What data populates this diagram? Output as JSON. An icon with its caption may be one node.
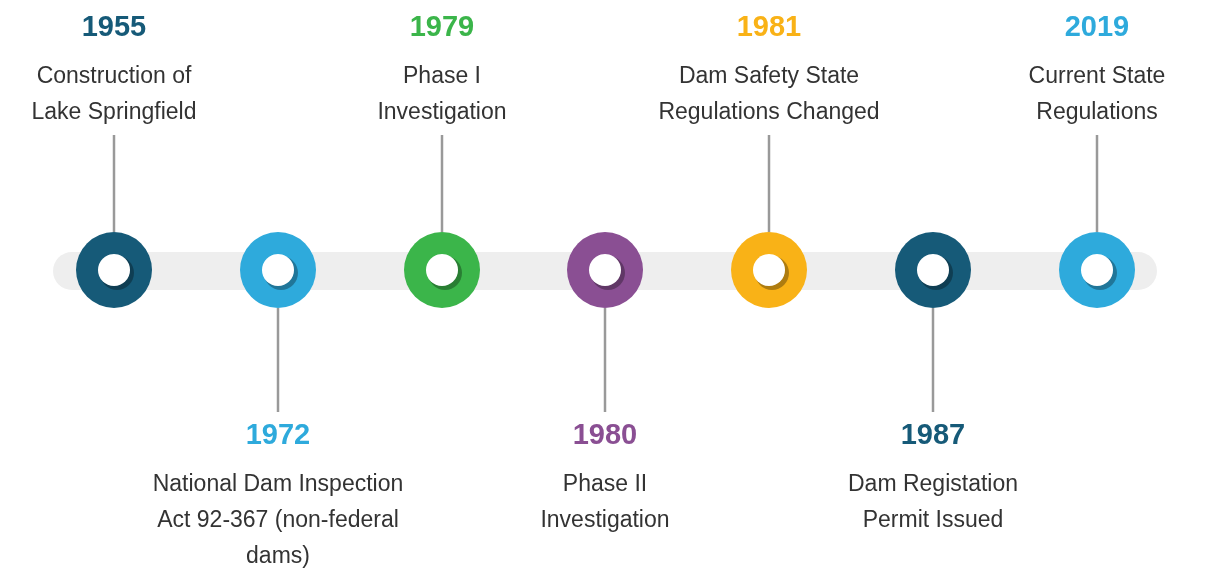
{
  "diagram": {
    "nodes": [
      {
        "text": [
          "1955",
          "Construction of Lake Springfield"
        ]
      },
      {
        "text": [
          "1972",
          "National Dam Inspection Act 92-367 (non-federal dams)"
        ]
      },
      {
        "text": [
          "1979",
          "Phase I Investigation"
        ]
      },
      {
        "text": [
          "1980",
          "Phase II Investigation"
        ]
      },
      {
        "text": [
          "1981",
          "Dam Safety State Regulations Changed"
        ]
      },
      {
        "text": [
          "1987",
          "Dam Registation Permit Issued"
        ]
      },
      {
        "text": [
          "2019",
          "Current State Regulations"
        ]
      },
      {
        "text": [],
        "shape": "circle"
      },
      {
        "text": [],
        "shape": "circle"
      },
      {
        "text": [],
        "shape": "circle"
      },
      {
        "text": [],
        "shape": "circle"
      },
      {
        "text": [],
        "shape": "circle"
      },
      {
        "text": [],
        "shape": "circle"
      },
      {
        "text": [],
        "shape": "circle"
      }
    ],
    "edges": [
      {
        "from": 0,
        "to": 7,
        "arrow": "none"
      },
      {
        "from": 1,
        "to": 8,
        "arrow": "none"
      },
      {
        "from": 2,
        "to": 9,
        "arrow": "none"
      },
      {
        "from": 3,
        "to": 10,
        "arrow": "none"
      },
      {
        "from": 4,
        "to": 11,
        "arrow": "none"
      },
      {
        "from": 5,
        "to": 12,
        "arrow": "none"
      },
      {
        "from": 6,
        "to": 13,
        "arrow": "none"
      }
    ]
  }
}
